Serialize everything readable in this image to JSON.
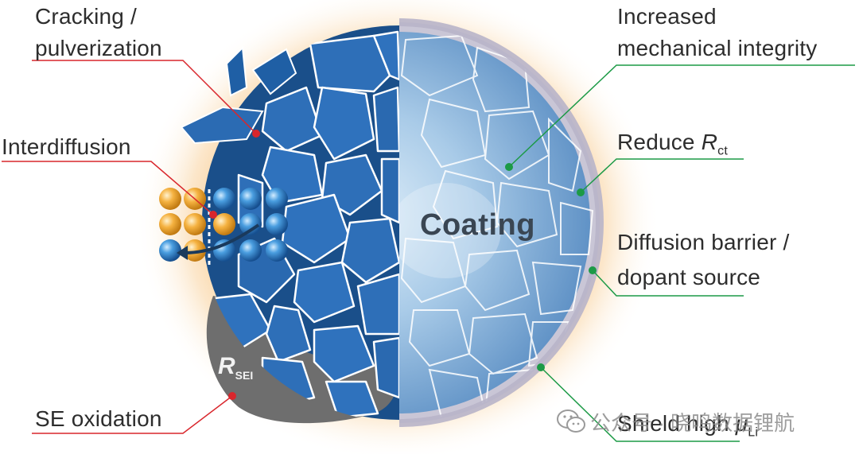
{
  "labels": {
    "cracking": [
      "Cracking /",
      "pulverization"
    ],
    "interdiffusion": "Interdiffusion",
    "se_oxidation": "SE oxidation",
    "rsei": {
      "main": "R",
      "sub": "SEI"
    },
    "coating": "Coating",
    "mechanical": [
      "Increased",
      "mechanical integrity"
    ],
    "reduce_rct": {
      "text": "Reduce ",
      "symbol": "R",
      "sub": "ct"
    },
    "diffusion_barrier": [
      "Diffusion barrier /",
      "dopant source"
    ],
    "shield": {
      "text": "Shield high ",
      "symbol": "μ",
      "sub": "Li"
    }
  },
  "watermark": "公众号 · 晓鸣数据锂航",
  "colors": {
    "dark_blue": "#1b4f8a",
    "mid_blue": "#2e6fb8",
    "light_coat": "#9cc2e4",
    "red_leader": "#d9262c",
    "green_leader": "#1c9a46",
    "orange_glow": "#f7b25b",
    "sei_gray": "#6f6f6f"
  },
  "icons": [
    "wechat-icon"
  ]
}
